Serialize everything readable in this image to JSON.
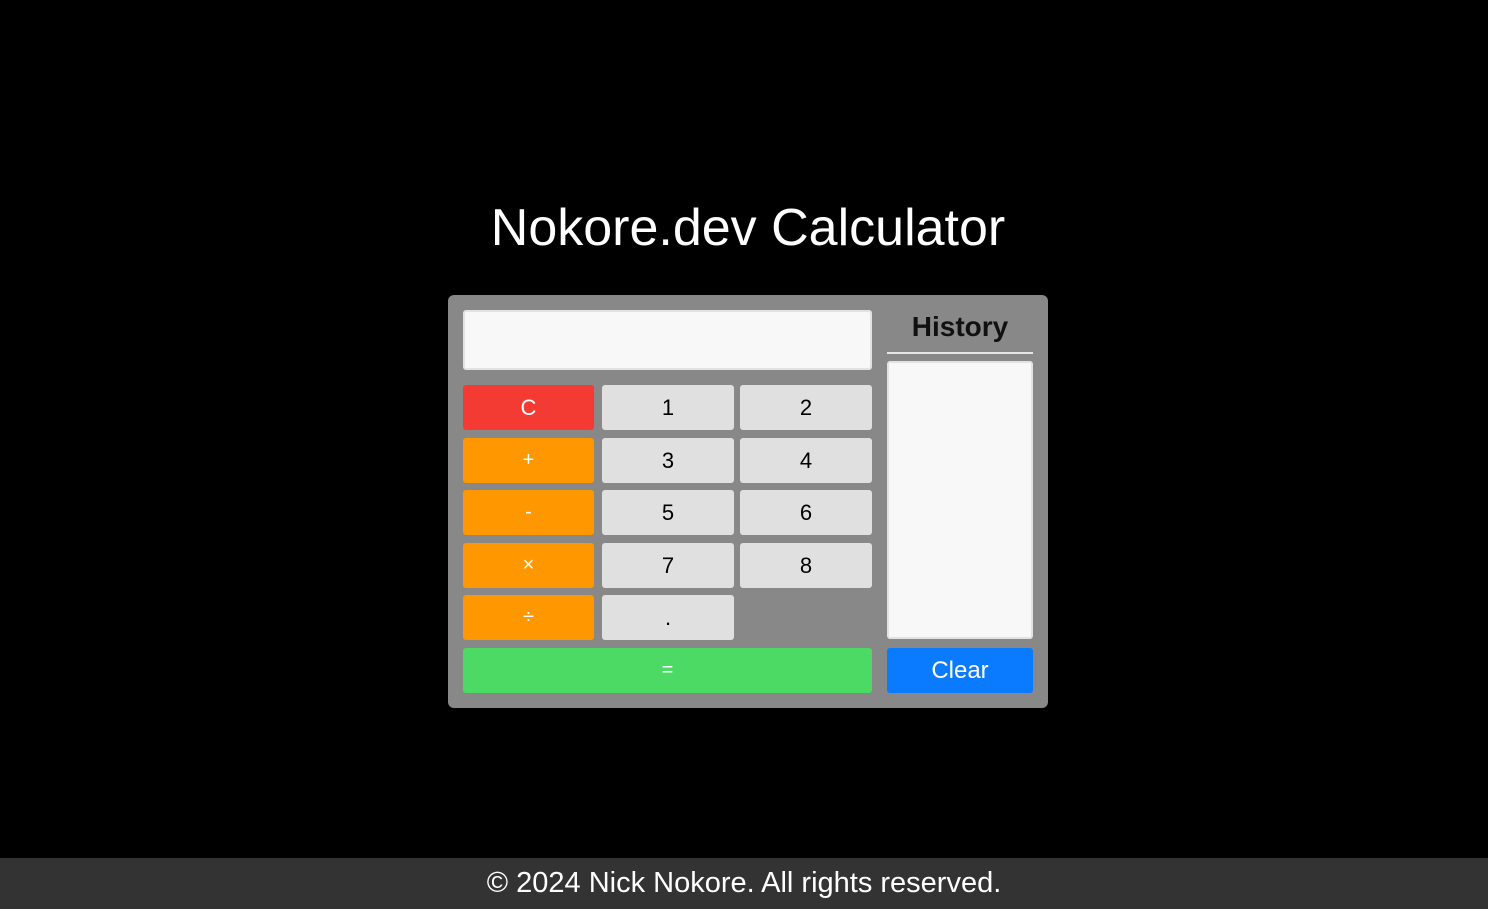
{
  "page": {
    "title": "Nokore.dev Calculator"
  },
  "calculator": {
    "display_value": "",
    "keys": {
      "clear": "C",
      "add": "+",
      "subtract": "-",
      "multiply": "×",
      "divide": "÷",
      "one": "1",
      "two": "2",
      "three": "3",
      "four": "4",
      "five": "5",
      "six": "6",
      "seven": "7",
      "eight": "8",
      "decimal": ".",
      "equals": "="
    }
  },
  "history": {
    "title": "History",
    "entries": [],
    "clear_label": "Clear"
  },
  "footer": {
    "text": "© 2024 Nick Nokore. All rights reserved."
  },
  "colors": {
    "background": "#000000",
    "panel": "#888888",
    "clear_key": "#f33b34",
    "operator_key": "#ff9800",
    "number_key": "#e0e0e0",
    "equals_key": "#4cd964",
    "history_clear": "#0a7bff",
    "footer": "#333333"
  }
}
